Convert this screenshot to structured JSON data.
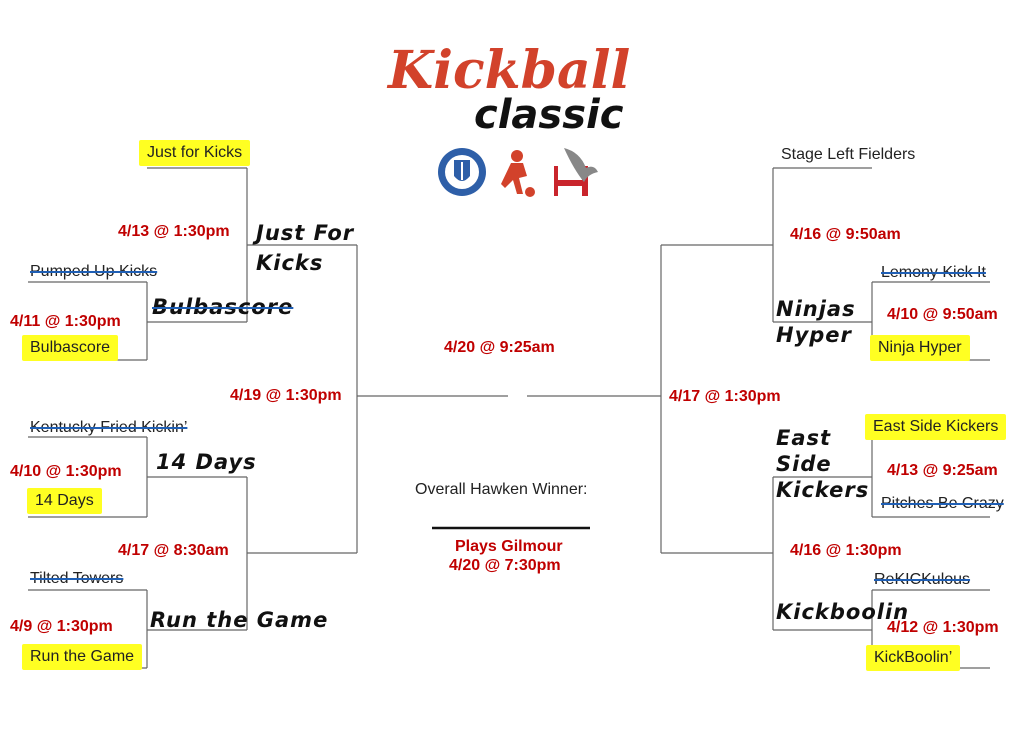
{
  "title": {
    "line1": "Kickball",
    "line2": "classic"
  },
  "logos": [
    "school-crest-icon",
    "kicker-icon",
    "hawken-logo-icon"
  ],
  "left": {
    "r1": [
      {
        "team_a": "Pumped Up Kicks",
        "team_b": "Bulbascore",
        "time": "4/11 @ 1:30pm",
        "winner": "Bulbascore"
      },
      {
        "team_a": "Kentucky Fried Kickin’",
        "team_b": "14 Days",
        "time": "4/10 @ 1:30pm"
      },
      {
        "team_a": "Tilted Towers",
        "team_b": "Run the Game",
        "time": "4/9 @ 1:30pm"
      }
    ],
    "r2": [
      {
        "team_a": "Just for Kicks",
        "time": "4/13 @ 1:30pm",
        "winner": "Just For Kicks"
      },
      {
        "time": "4/17 @ 8:30am",
        "winner_b": "14 Days",
        "winner": "Run the Game"
      }
    ],
    "semi_time": "4/19 @ 1:30pm"
  },
  "right": {
    "r1": [
      {
        "team_a": "Lemony Kick It",
        "team_b": "Ninja Hyper",
        "time": "4/10 @ 9:50am",
        "winner": "Ninjas Hyper"
      },
      {
        "team_a": "East Side Kickers",
        "team_b": "Pitches Be Crazy",
        "time": "4/13 @ 9:25am",
        "winner": "East Side Kickers"
      },
      {
        "team_a": "ReKICKulous",
        "team_b": "KickBoolin’",
        "time": "4/12 @ 1:30pm",
        "winner": "Kickboolin"
      }
    ],
    "r2": [
      {
        "team_a": "Stage Left Fielders",
        "time": "4/16 @ 9:50am"
      },
      {
        "time": "4/16 @ 1:30pm"
      }
    ],
    "semi_time": "4/17 @ 1:30pm"
  },
  "final": {
    "time": "4/20 @ 9:25am",
    "winner_label": "Overall Hawken Winner:",
    "plays": "Plays Gilmour",
    "plays_time": "4/20 @ 7:30pm"
  },
  "colors": {
    "time_red": "#c00000",
    "highlight": "#ffff22",
    "strike_blue": "#1f5fb5",
    "title_red": "#d2422b"
  }
}
